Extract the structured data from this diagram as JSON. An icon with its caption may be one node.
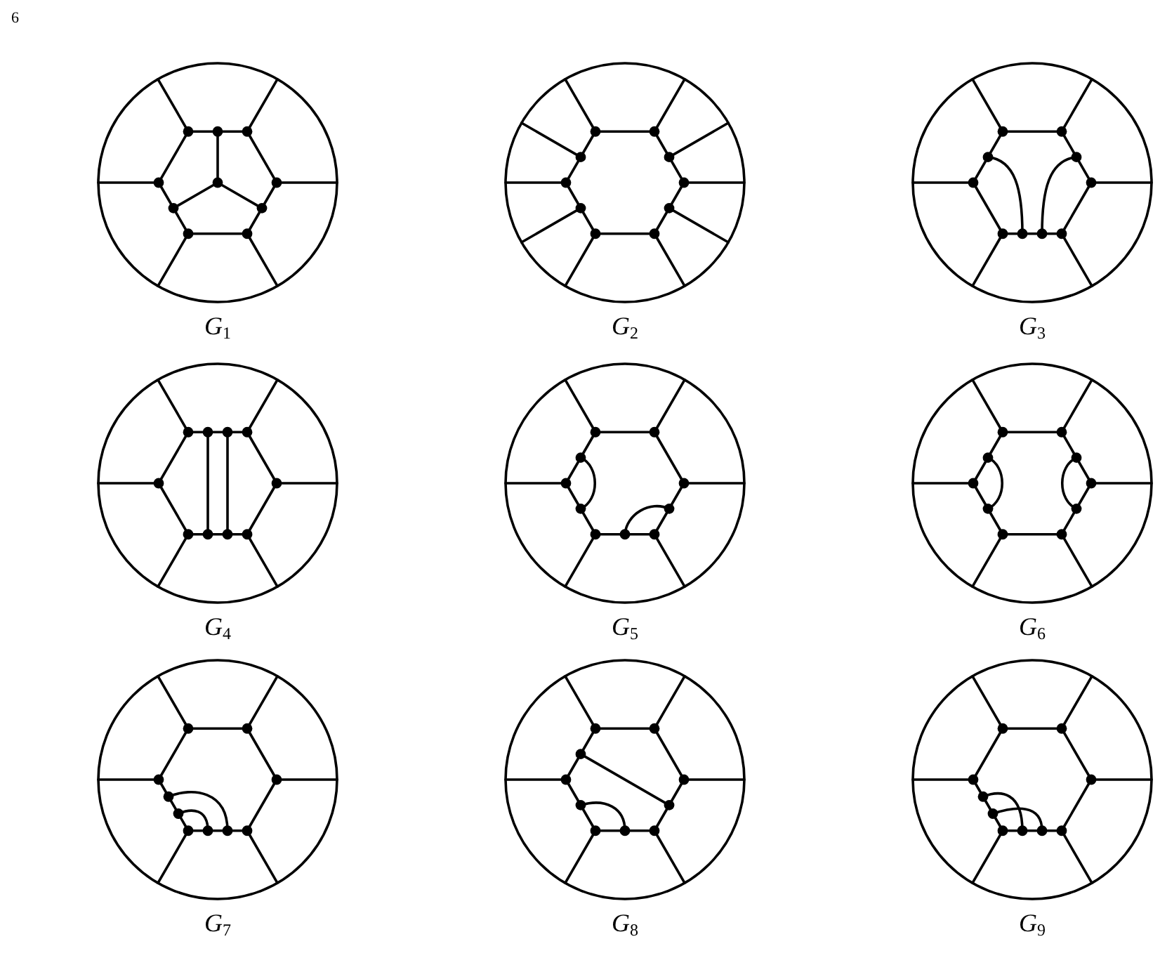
{
  "diagram": {
    "nodes": [
      {
        "text": [],
        "shape": "circle",
        "beside": [
          "*G*$_{1}$"
        ]
      },
      {
        "text": [],
        "shape": "circle",
        "beside": [
          "*G*$_{2}$"
        ]
      },
      {
        "text": [],
        "shape": "circle",
        "beside": [
          "*G*$_{3}$"
        ]
      },
      {
        "text": [],
        "shape": "circle",
        "beside": [
          "*G*$_{4}$"
        ]
      },
      {
        "text": [],
        "shape": "circle",
        "beside": [
          "*G*$_{5}$"
        ]
      },
      {
        "text": [],
        "shape": "circle",
        "beside": [
          "*G*$_{6}$"
        ]
      },
      {
        "text": [],
        "shape": "circle",
        "beside": [
          "*G*$_{7}$"
        ]
      },
      {
        "text": [],
        "shape": "circle",
        "beside": [
          "*G*$_{8}$"
        ]
      },
      {
        "text": [],
        "shape": "circle",
        "beside": [
          "*G*$_{9}$"
        ]
      }
    ],
    "labels": [
      "6"
    ]
  }
}
